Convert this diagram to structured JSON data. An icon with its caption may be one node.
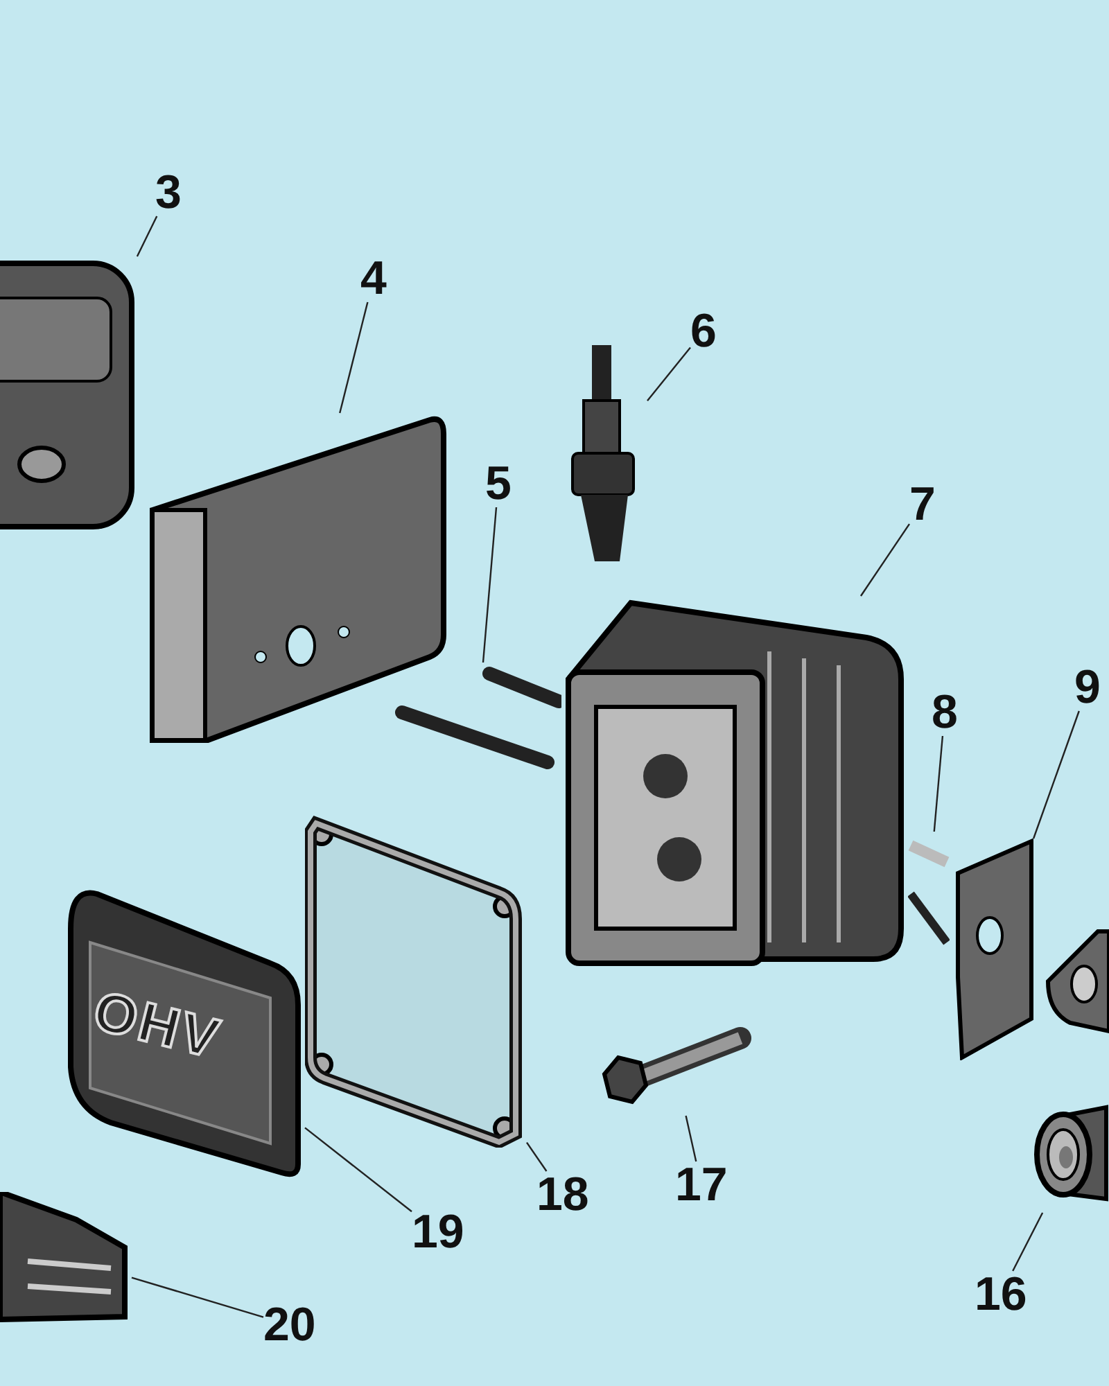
{
  "diagram": {
    "nodes": [
      {
        "text": [
          "3"
        ]
      },
      {
        "text": [
          "4"
        ]
      },
      {
        "text": [
          "5"
        ]
      },
      {
        "text": [
          "6"
        ]
      },
      {
        "text": [
          "7"
        ]
      },
      {
        "text": [
          "8"
        ]
      },
      {
        "text": [
          "9"
        ]
      },
      {
        "text": [
          "16"
        ]
      },
      {
        "text": [
          "17"
        ]
      },
      {
        "text": [
          "18"
        ]
      },
      {
        "text": [
          "19"
        ]
      },
      {
        "text": [
          "20"
        ]
      },
      {
        "text": [],
        "shape": "picture"
      },
      {
        "text": [],
        "shape": "picture"
      },
      {
        "text": [],
        "shape": "picture"
      },
      {
        "text": [],
        "shape": "picture"
      },
      {
        "text": [],
        "shape": "picture"
      },
      {
        "text": [],
        "shape": "picture"
      },
      {
        "text": [],
        "shape": "picture"
      },
      {
        "text": [],
        "shape": "picture"
      },
      {
        "text": [],
        "shape": "picture"
      },
      {
        "text": [],
        "shape": "picture"
      },
      {
        "text": [],
        "shape": "picture"
      },
      {
        "text": [],
        "shape": "picture"
      }
    ],
    "edges": [
      {
        "from": 0,
        "to": 12,
        "arrow": "none"
      },
      {
        "from": 1,
        "to": 13,
        "arrow": "none"
      },
      {
        "from": 2,
        "to": 14,
        "arrow": "none"
      },
      {
        "from": 3,
        "to": 15,
        "arrow": "none"
      },
      {
        "from": 4,
        "to": 16,
        "arrow": "none"
      },
      {
        "from": 5,
        "to": 17,
        "arrow": "none"
      },
      {
        "from": 6,
        "to": 18,
        "arrow": "none"
      },
      {
        "from": 7,
        "to": 19,
        "arrow": "none"
      },
      {
        "from": 8,
        "to": 20,
        "arrow": "none"
      },
      {
        "from": 9,
        "to": 21,
        "arrow": "none"
      },
      {
        "from": 10,
        "to": 22,
        "arrow": "none"
      },
      {
        "from": 11,
        "to": 23,
        "arrow": "none"
      }
    ],
    "labels": [
      "OHV"
    ]
  }
}
